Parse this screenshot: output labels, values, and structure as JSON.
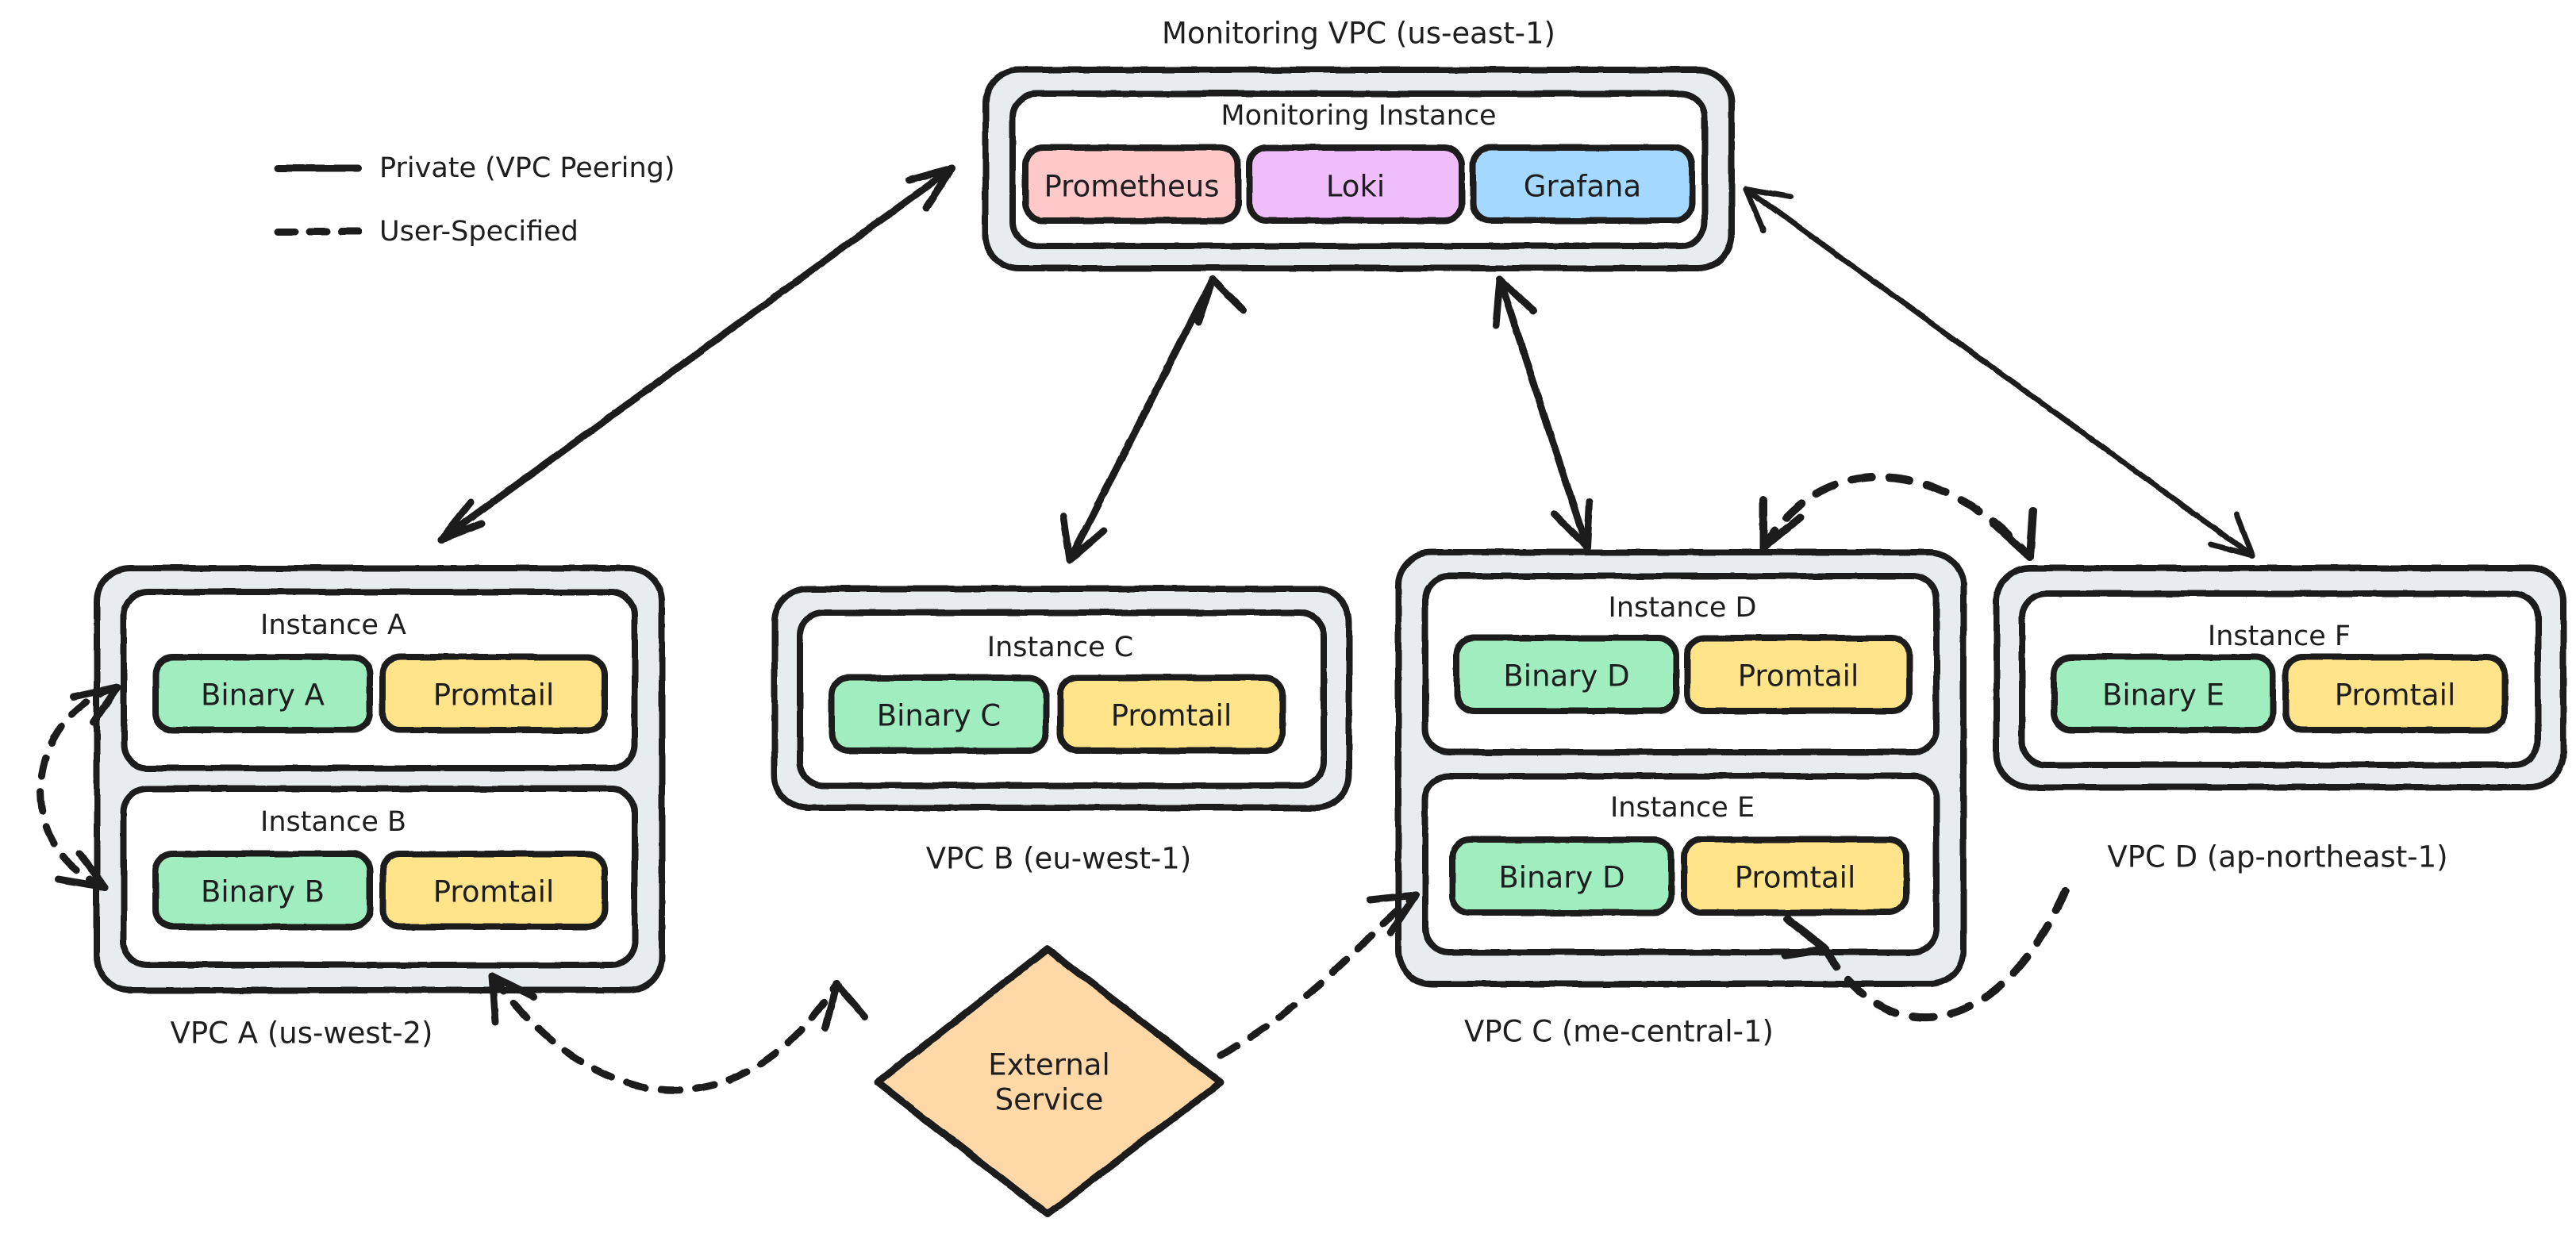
{
  "legend": {
    "items": [
      {
        "style": "solid",
        "label": "Private (VPC Peering)"
      },
      {
        "style": "dashed",
        "label": "User-Specified"
      }
    ]
  },
  "monitoring_vpc": {
    "title": "Monitoring VPC (us-east-1)",
    "instance": {
      "title": "Monitoring Instance",
      "components": [
        {
          "label": "Prometheus",
          "color": "#ffc9c9"
        },
        {
          "label": "Loki",
          "color": "#efbdfa"
        },
        {
          "label": "Grafana",
          "color": "#a5d8ff"
        }
      ]
    }
  },
  "vpcs": [
    {
      "id": "vpc-a",
      "title": "VPC A (us-west-2)",
      "instances": [
        {
          "title": "Instance A",
          "components": [
            {
              "label": "Binary A",
              "color": "#a0eebf"
            },
            {
              "label": "Promtail",
              "color": "#ffe48a"
            }
          ]
        },
        {
          "title": "Instance B",
          "components": [
            {
              "label": "Binary B",
              "color": "#a0eebf"
            },
            {
              "label": "Promtail",
              "color": "#ffe48a"
            }
          ]
        }
      ]
    },
    {
      "id": "vpc-b",
      "title": "VPC B (eu-west-1)",
      "instances": [
        {
          "title": "Instance C",
          "components": [
            {
              "label": "Binary C",
              "color": "#a0eebf"
            },
            {
              "label": "Promtail",
              "color": "#ffe48a"
            }
          ]
        }
      ]
    },
    {
      "id": "vpc-c",
      "title": "VPC C (me-central-1)",
      "instances": [
        {
          "title": "Instance D",
          "components": [
            {
              "label": "Binary D",
              "color": "#a0eebf"
            },
            {
              "label": "Promtail",
              "color": "#ffe48a"
            }
          ]
        },
        {
          "title": "Instance E",
          "components": [
            {
              "label": "Binary D",
              "color": "#a0eebf"
            },
            {
              "label": "Promtail",
              "color": "#ffe48a"
            }
          ]
        }
      ]
    },
    {
      "id": "vpc-d",
      "title": "VPC D (ap-northeast-1)",
      "instances": [
        {
          "title": "Instance F",
          "components": [
            {
              "label": "Binary E",
              "color": "#a0eebf"
            },
            {
              "label": "Promtail",
              "color": "#ffe48a"
            }
          ]
        }
      ]
    }
  ],
  "external_service": {
    "label_line1": "External",
    "label_line2": "Service",
    "color": "#ffd8a8"
  },
  "palette": {
    "stroke": "#1e1e1e",
    "vpc_fill": "#e7ecef",
    "instance_fill": "#ffffff",
    "background": "#ffffff"
  },
  "connections": [
    {
      "from": "monitoring-vpc",
      "to": "vpc-a",
      "style": "solid",
      "arrows": "both"
    },
    {
      "from": "monitoring-vpc",
      "to": "vpc-b",
      "style": "solid",
      "arrows": "both"
    },
    {
      "from": "monitoring-vpc",
      "to": "vpc-c",
      "style": "solid",
      "arrows": "both"
    },
    {
      "from": "monitoring-vpc",
      "to": "vpc-d",
      "style": "solid",
      "arrows": "both"
    },
    {
      "from": "instance-a",
      "to": "instance-b",
      "style": "dashed",
      "arrows": "both"
    },
    {
      "from": "vpc-a",
      "to": "vpc-b",
      "style": "dashed",
      "arrows": "both"
    },
    {
      "from": "external-service",
      "to": "vpc-c",
      "style": "dashed",
      "arrows": "end"
    },
    {
      "from": "vpc-c",
      "to": "vpc-d",
      "style": "dashed",
      "arrows": "both"
    },
    {
      "from": "vpc-d",
      "to": "vpc-c",
      "style": "dashed",
      "arrows": "both"
    }
  ]
}
